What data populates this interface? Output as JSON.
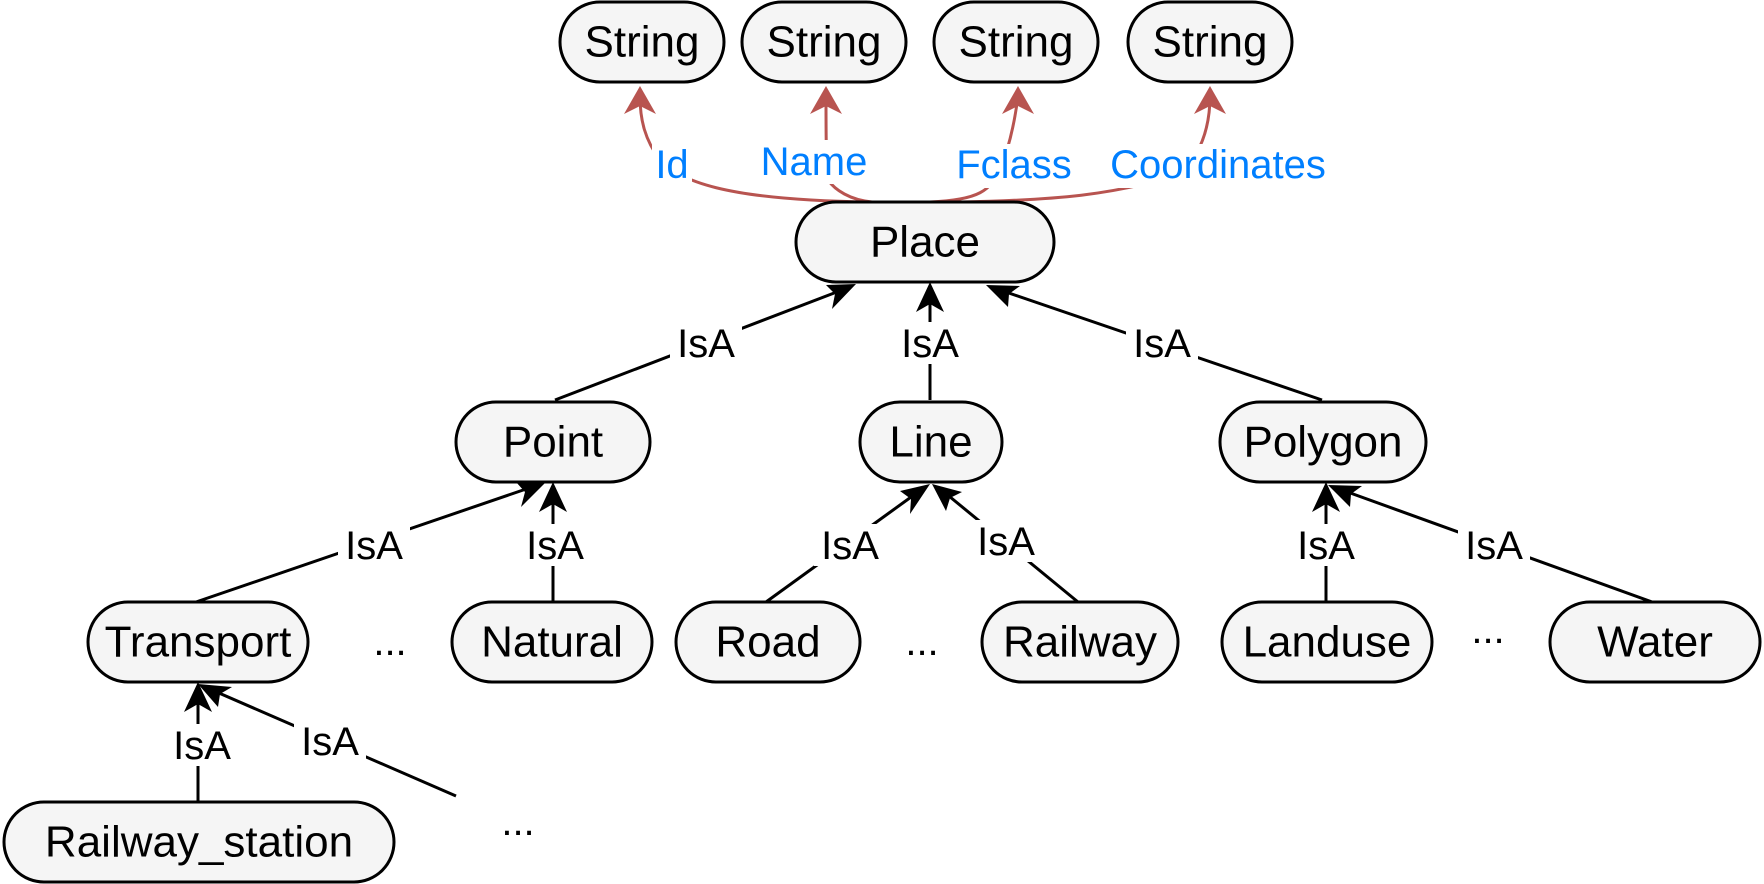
{
  "colors": {
    "node_fill": "#f5f5f5",
    "node_stroke": "#000000",
    "attribute_edge": "#b85450",
    "attribute_label": "#007fff",
    "isa_edge": "#000000"
  },
  "nodes": {
    "string_1": "String",
    "string_2": "String",
    "string_3": "String",
    "string_4": "String",
    "place": "Place",
    "point": "Point",
    "line": "Line",
    "polygon": "Polygon",
    "transport": "Transport",
    "natural": "Natural",
    "road": "Road",
    "railway": "Railway",
    "landuse": "Landuse",
    "water": "Water",
    "railway_station": "Railway_station"
  },
  "attributes": {
    "id": "Id",
    "name": "Name",
    "fclass": "Fclass",
    "coordinates": "Coordinates"
  },
  "edges": {
    "point_isa_place": "IsA",
    "line_isa_place": "IsA",
    "polygon_isa_place": "IsA",
    "transport_isa_point": "IsA",
    "natural_isa_point": "IsA",
    "road_isa_line": "IsA",
    "railway_isa_line": "IsA",
    "landuse_isa_polygon": "IsA",
    "water_isa_polygon": "IsA",
    "railway_station_isa_transport": "IsA",
    "other_isa_transport": "IsA"
  },
  "ellipses": {
    "point_children": "...",
    "line_children": "...",
    "polygon_children": "...",
    "transport_children": "..."
  }
}
